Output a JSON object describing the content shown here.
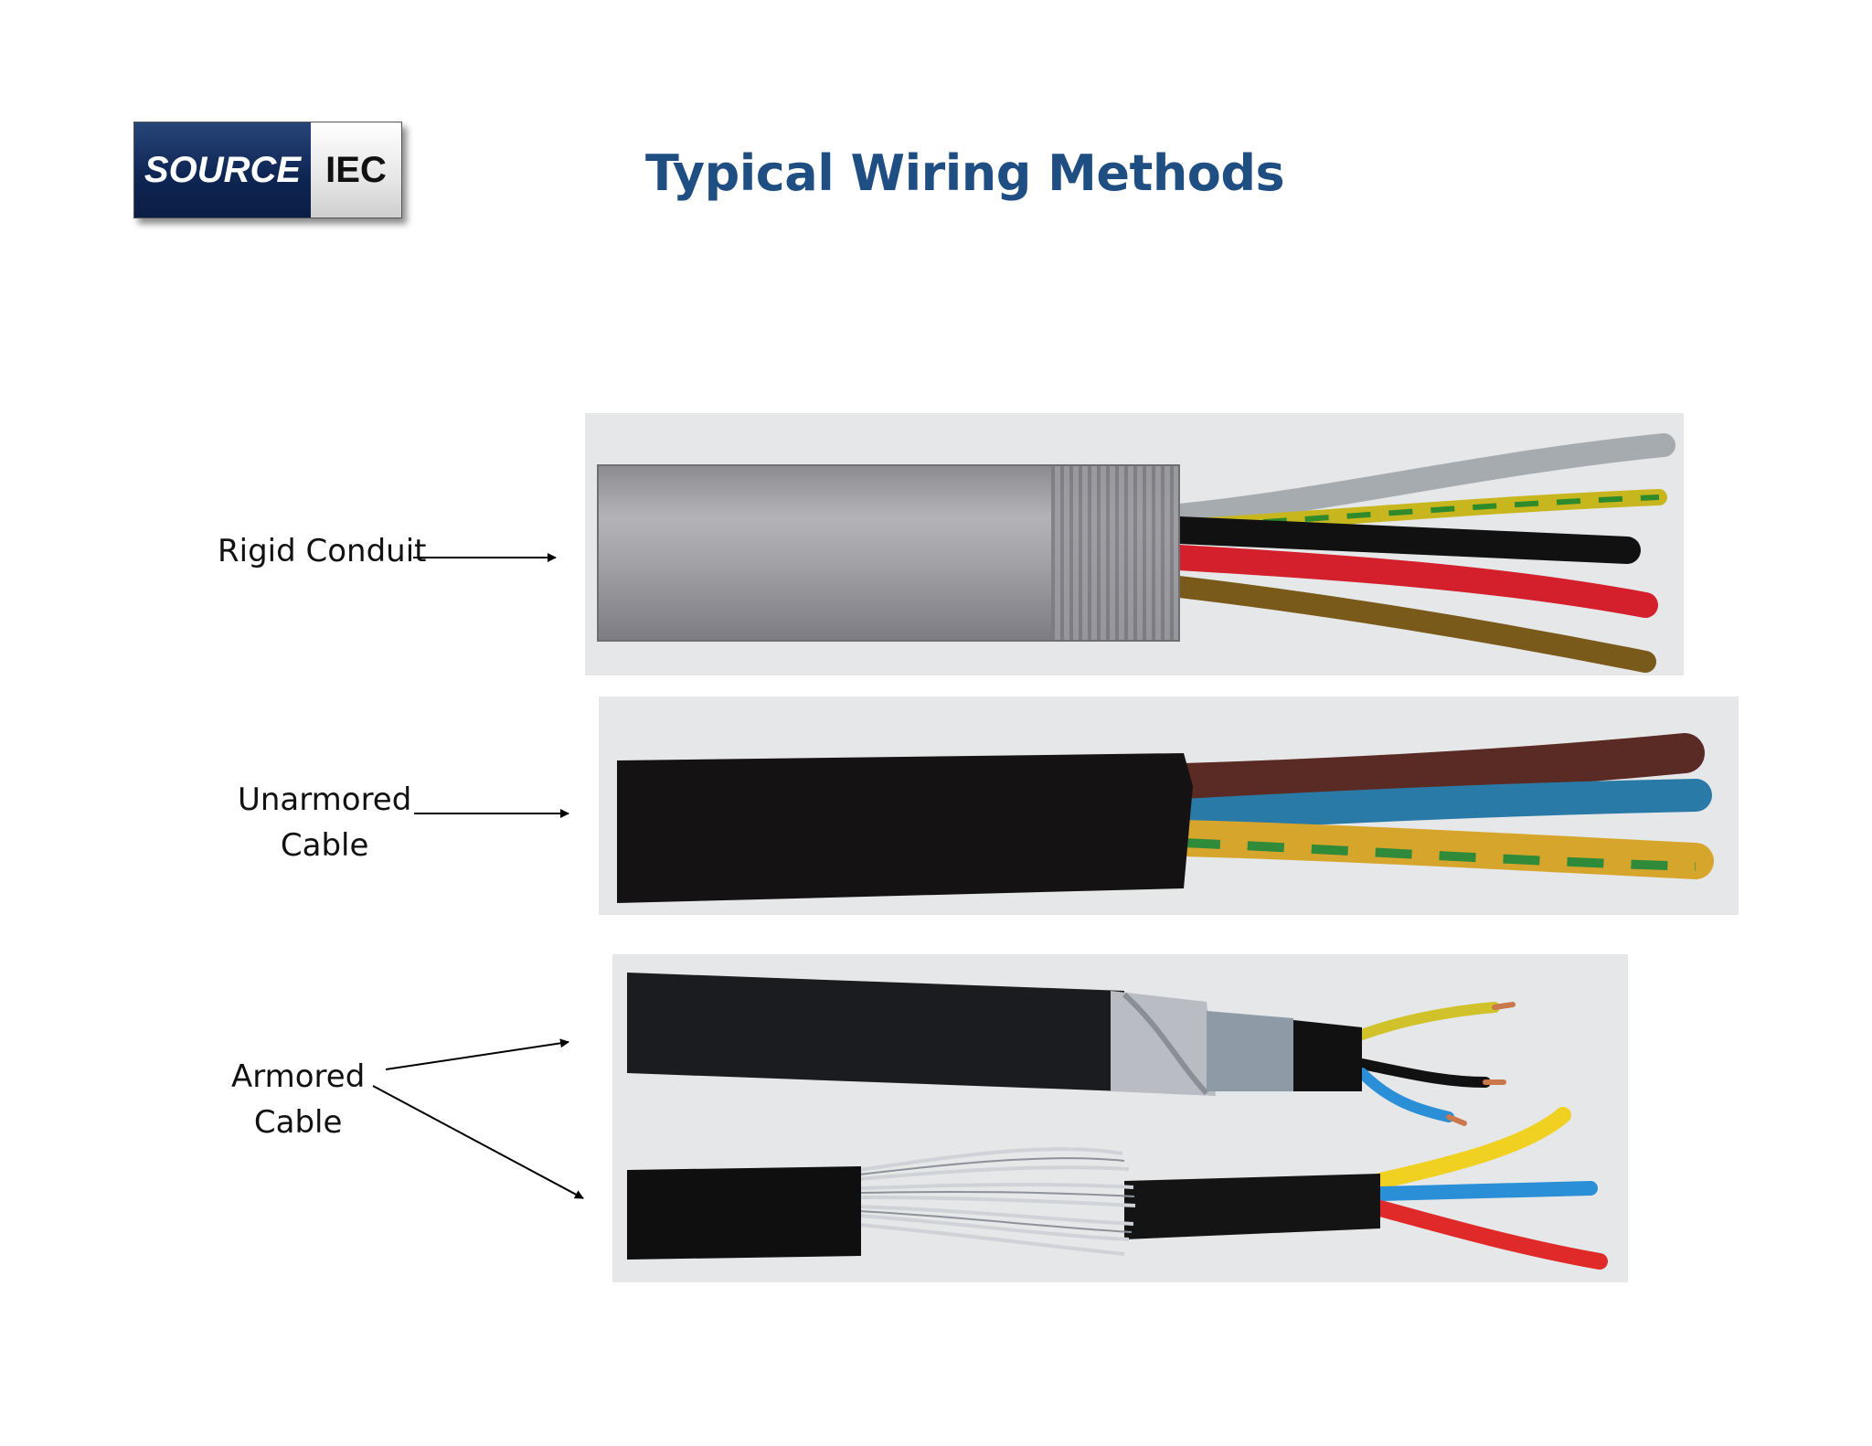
{
  "logo": {
    "left_text": "SOURCE",
    "right_text": "IEC"
  },
  "title": "Typical Wiring Methods",
  "labels": {
    "rigid": "Rigid Conduit",
    "unarmored_line1": "Unarmored",
    "unarmored_line2": "Cable",
    "armored_line1": "Armored",
    "armored_line2": "Cable"
  },
  "colors": {
    "title": "#1f4e82",
    "logo_dark": "#0f2654",
    "photo_bg": "#e6e7e8"
  }
}
